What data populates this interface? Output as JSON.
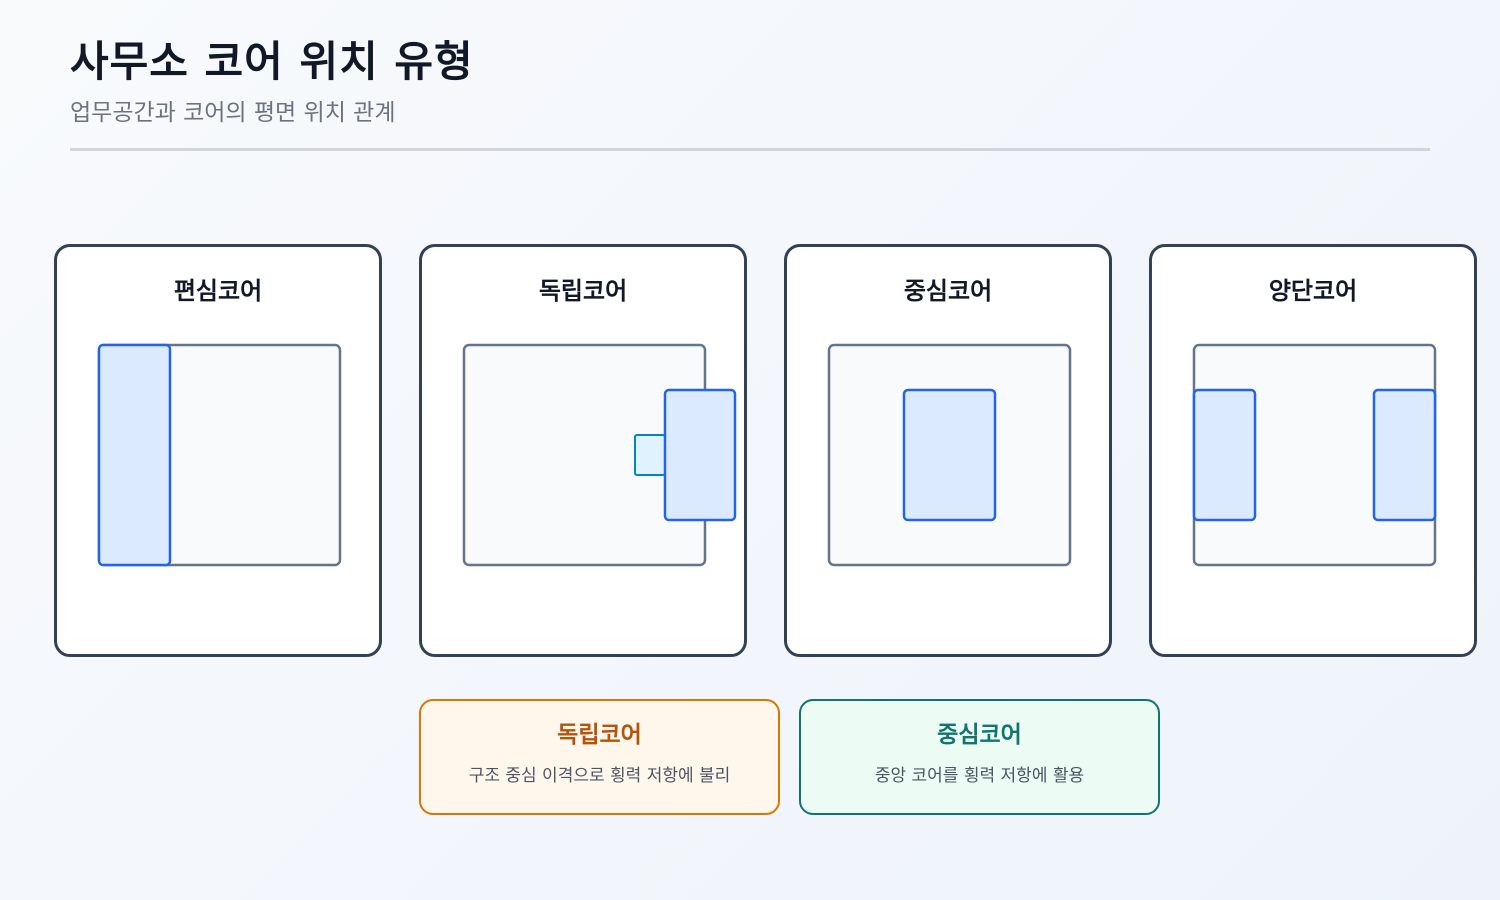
{
  "header": {
    "title": "사무소 코어 위치 유형",
    "subtitle": "업무공간과 코어의 평면 위치 관계"
  },
  "cards": [
    {
      "title": "편심코어"
    },
    {
      "title": "독립코어"
    },
    {
      "title": "중심코어"
    },
    {
      "title": "양단코어"
    }
  ],
  "notes": [
    {
      "title": "독립코어",
      "desc": "구조 중심 이격으로 횡력 저항에 불리"
    },
    {
      "title": "중심코어",
      "desc": "중앙 코어를 횡력 저항에 활용"
    }
  ],
  "colors": {
    "floor_fill": "#f8fafc",
    "floor_stroke": "#64748b",
    "core_fill": "#dbeafe",
    "core_stroke": "#2563eb",
    "connector_fill": "#e0f2fe",
    "connector_stroke": "#0284c7"
  }
}
